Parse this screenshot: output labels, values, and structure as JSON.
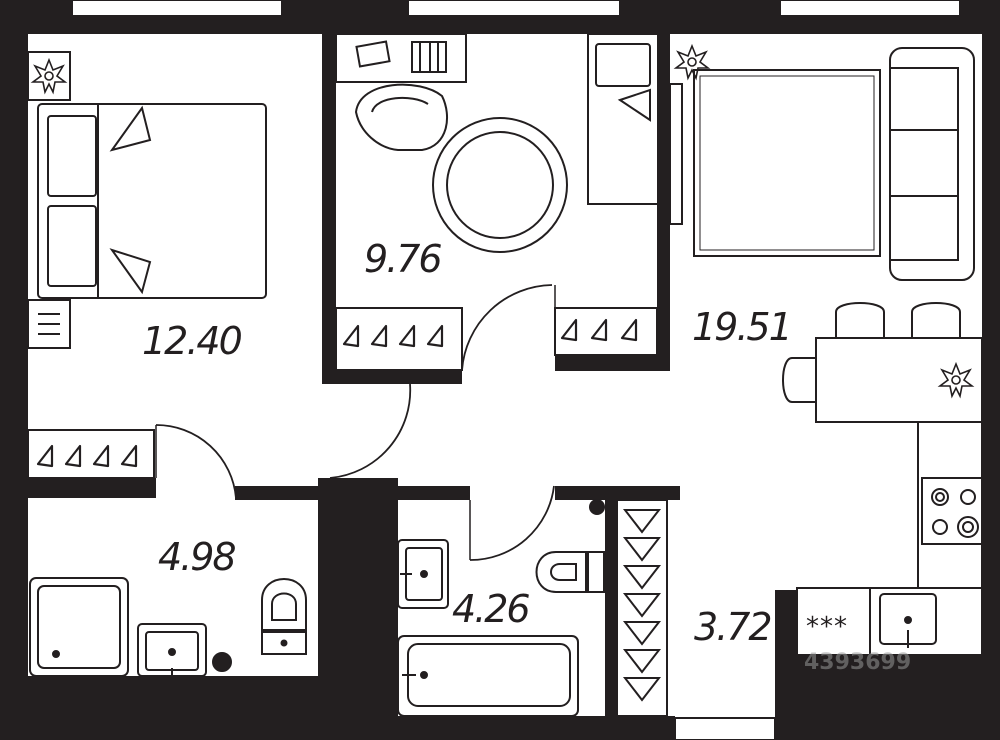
{
  "colors": {
    "wall": "#231f20",
    "background": "#ffffff",
    "line": "#231f20"
  },
  "rooms": [
    {
      "id": "bedroom",
      "area": "12.40"
    },
    {
      "id": "kids-room",
      "area": "9.76"
    },
    {
      "id": "living-kitchen",
      "area": "19.51"
    },
    {
      "id": "hall",
      "area": "4.98"
    },
    {
      "id": "bathroom",
      "area": "4.26"
    },
    {
      "id": "closet",
      "area": "3.72"
    }
  ],
  "stove_mark": "***",
  "watermark": "4393699",
  "icons": [
    "plant-icon",
    "double-bed",
    "sofa",
    "round-rug",
    "desk",
    "chair",
    "single-bed",
    "wardrobe-hangers",
    "dining-table",
    "stove",
    "sink",
    "toilet",
    "bathtub",
    "shower-tray",
    "washbasin",
    "window"
  ]
}
